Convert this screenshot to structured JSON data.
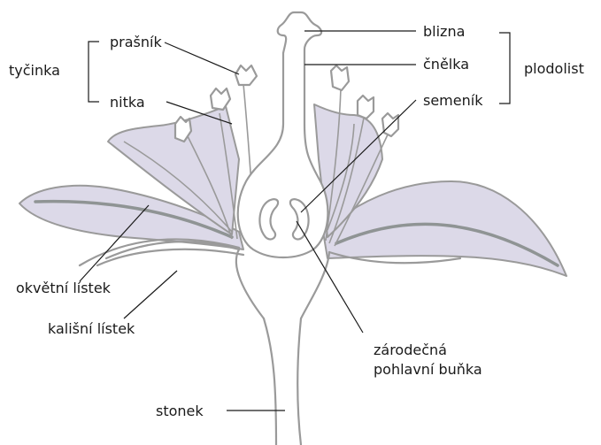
{
  "labels": {
    "prasnik": "prašník",
    "tycinka": "tyčinka",
    "nitka": "nitka",
    "blizna": "blizna",
    "cnelka": "čnělka",
    "plodolist": "plodolist",
    "semenik": "semeník",
    "okvetni_listek": "okvětní lístek",
    "kalisni_listek": "kališní lístek",
    "zarodecna_line1": "zárodečná",
    "zarodecna_line2": "pohlavní buňka",
    "stonek": "stonek"
  },
  "colors": {
    "petal_fill": "#dcd9e8",
    "outline": "#9a9a9a",
    "text": "#1a1a1a"
  }
}
